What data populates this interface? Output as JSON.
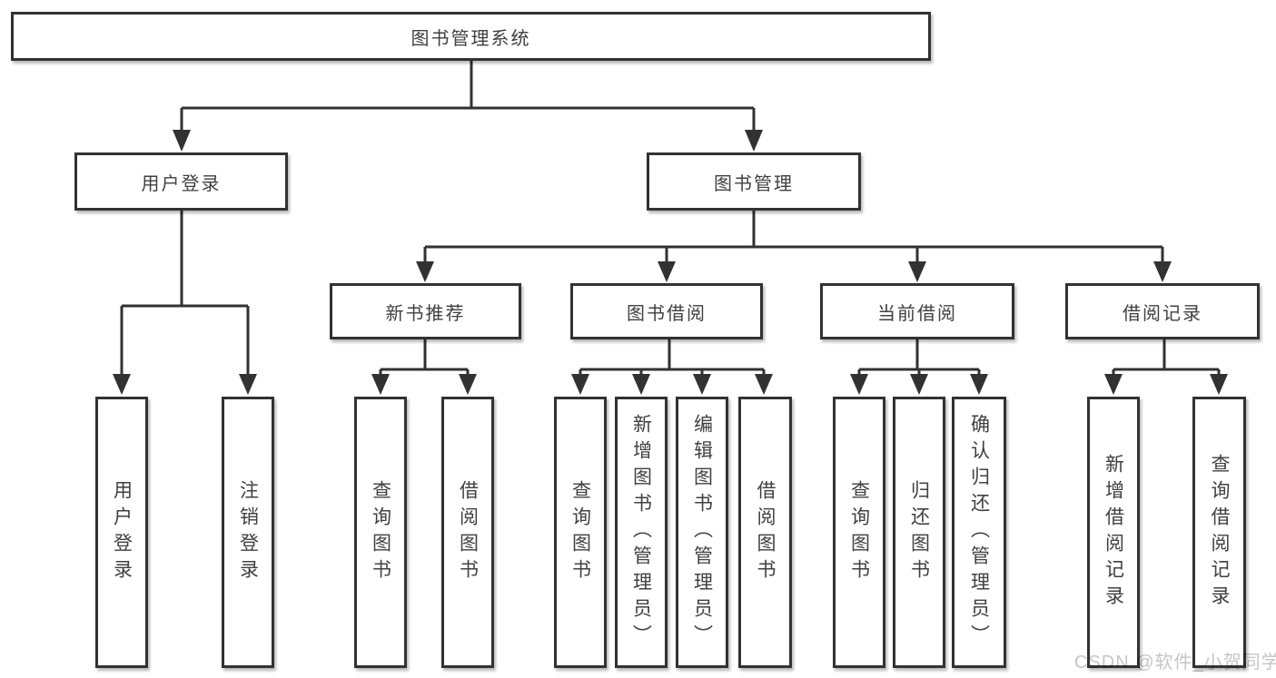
{
  "tree": {
    "label": "图书管理系统",
    "children": [
      {
        "label": "用户登录",
        "children": [
          {
            "label": "用户登录"
          },
          {
            "label": "注销登录"
          }
        ]
      },
      {
        "label": "图书管理",
        "children": [
          {
            "label": "新书推荐",
            "children": [
              {
                "label": "查询图书"
              },
              {
                "label": "借阅图书"
              }
            ]
          },
          {
            "label": "图书借阅",
            "children": [
              {
                "label": "查询图书"
              },
              {
                "label": "新增图书（管理员）"
              },
              {
                "label": "编辑图书（管理员）"
              },
              {
                "label": "借阅图书"
              }
            ]
          },
          {
            "label": "当前借阅",
            "children": [
              {
                "label": "查询图书"
              },
              {
                "label": "归还图书"
              },
              {
                "label": "确认归还（管理员）"
              }
            ]
          },
          {
            "label": "借阅记录",
            "children": [
              {
                "label": "新增借阅记录"
              },
              {
                "label": "查询借阅记录"
              }
            ]
          }
        ]
      }
    ]
  },
  "watermark": {
    "text": "CSDN @软件_小贺同学"
  },
  "colors": {
    "line": "#323232",
    "box_border": "#323232",
    "text": "#404040",
    "watermark": "#c6c6c6",
    "background": "#ffffff"
  }
}
